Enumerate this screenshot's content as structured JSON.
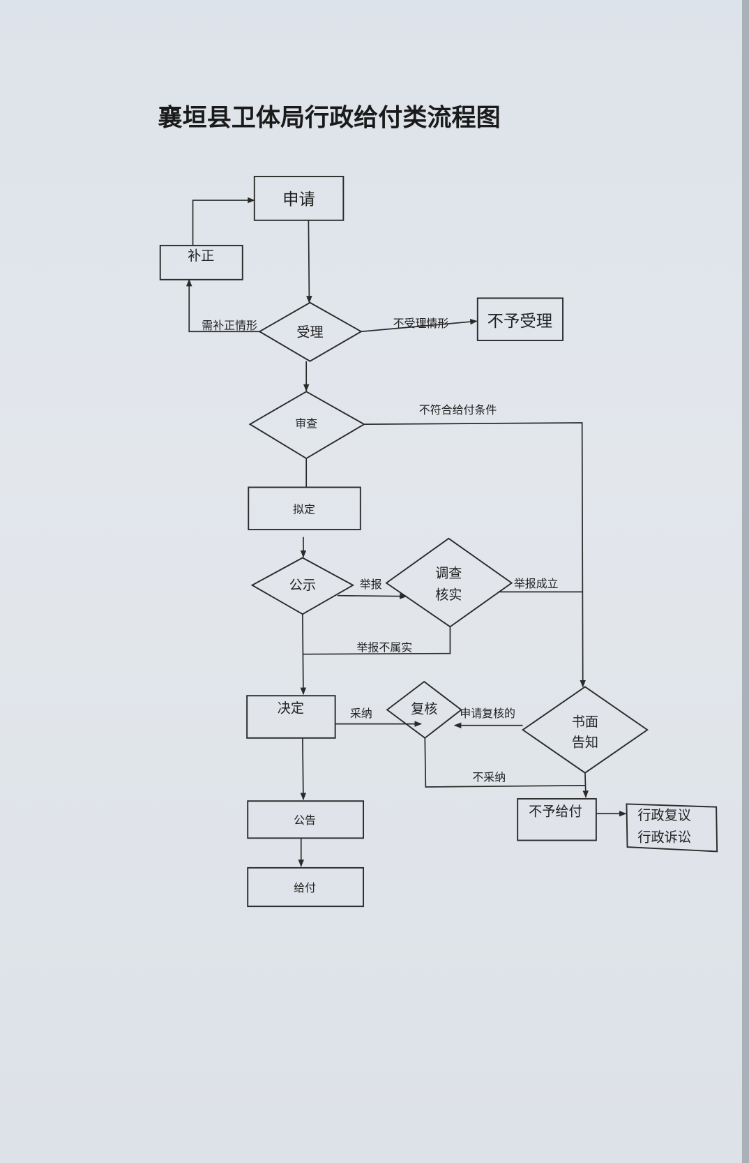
{
  "title": "襄垣县卫体局行政给付类流程图",
  "nodes": {
    "apply": "申请",
    "correct": "补正",
    "accept": "受理",
    "reject_accept": "不予受理",
    "review": "审查",
    "draft": "拟定",
    "publicize": "公示",
    "investigate_1": "调查",
    "investigate_2": "核实",
    "decide": "决定",
    "recheck": "复核",
    "written_1": "书面",
    "written_2": "告知",
    "announce": "公告",
    "pay": "给付",
    "no_pay": "不予给付",
    "admin_review": "行政复议",
    "admin_litigation": "行政诉讼"
  },
  "edges": {
    "need_correct": "需补正情形",
    "not_accept": "不受理情形",
    "not_qualified": "不符合给付条件",
    "report": "举报",
    "report_valid": "举报成立",
    "report_false": "举报不属实",
    "adopt": "采纳",
    "apply_recheck": "申请复核的",
    "not_adopt": "不采纳"
  }
}
